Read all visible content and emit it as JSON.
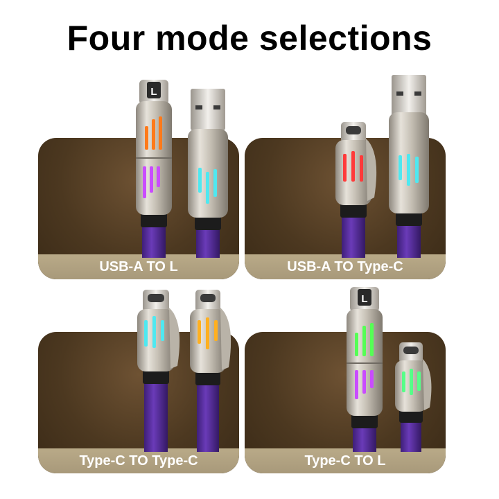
{
  "title": "Four mode selections",
  "modes": [
    {
      "label": "USB-A TO  L",
      "led_left": "#ff7a1a",
      "led_left_lower": "#c94cff",
      "led_right": "#4fe8f0"
    },
    {
      "label": "USB-A TO Type-C",
      "led_left": "#ff3a3a",
      "led_right": "#4fe8f0"
    },
    {
      "label": "Type-C TO Type-C",
      "led_left": "#4fe8f0",
      "led_right": "#ffb020"
    },
    {
      "label": "Type-C TO L",
      "led_left": "#55ff55",
      "led_left_lower": "#c94cff",
      "led_right": "#55ff88"
    }
  ],
  "icons": [
    "lightning-connector-icon",
    "usb-a-connector-icon",
    "type-c-connector-icon"
  ],
  "colors": {
    "cable": "#5a2fa0",
    "metal": "#c9c4bb",
    "panel_bar": "#b3a484"
  }
}
